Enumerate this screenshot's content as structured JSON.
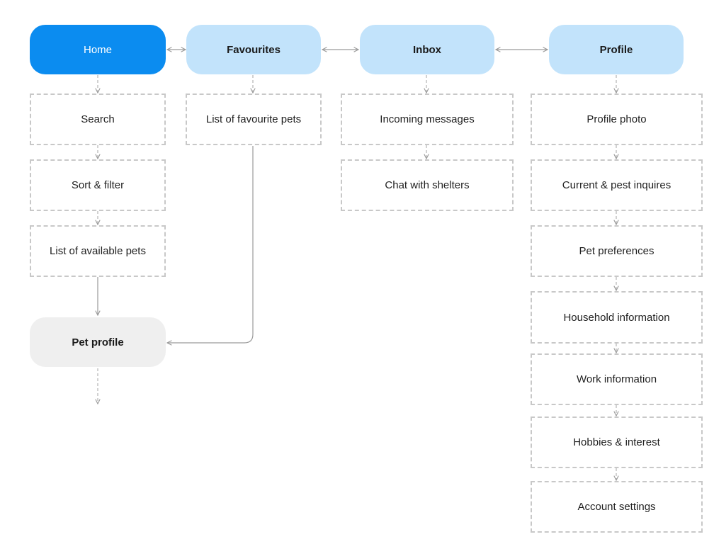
{
  "nav": {
    "home": "Home",
    "favourites": "Favourites",
    "inbox": "Inbox",
    "profile": "Profile"
  },
  "home_flow": {
    "search": "Search",
    "sort_filter": "Sort & filter",
    "available_pets": "List of available pets",
    "pet_profile": "Pet profile"
  },
  "favourites_flow": {
    "favourite_pets": "List of favourite pets"
  },
  "inbox_flow": {
    "incoming_messages": "Incoming messages",
    "chat_shelters": "Chat with shelters"
  },
  "profile_flow": {
    "profile_photo": "Profile photo",
    "inquiries": "Current & pest inquires",
    "pet_preferences": "Pet preferences",
    "household": "Household information",
    "work": "Work information",
    "hobbies": "Hobbies & interest",
    "account_settings": "Account settings"
  },
  "colors": {
    "active_tab": "#0b8cf0",
    "inactive_tab": "#c2e3fb",
    "page_node": "#efefef",
    "dashed_border": "#c8c8c8",
    "connector": "#9a9a9a"
  }
}
